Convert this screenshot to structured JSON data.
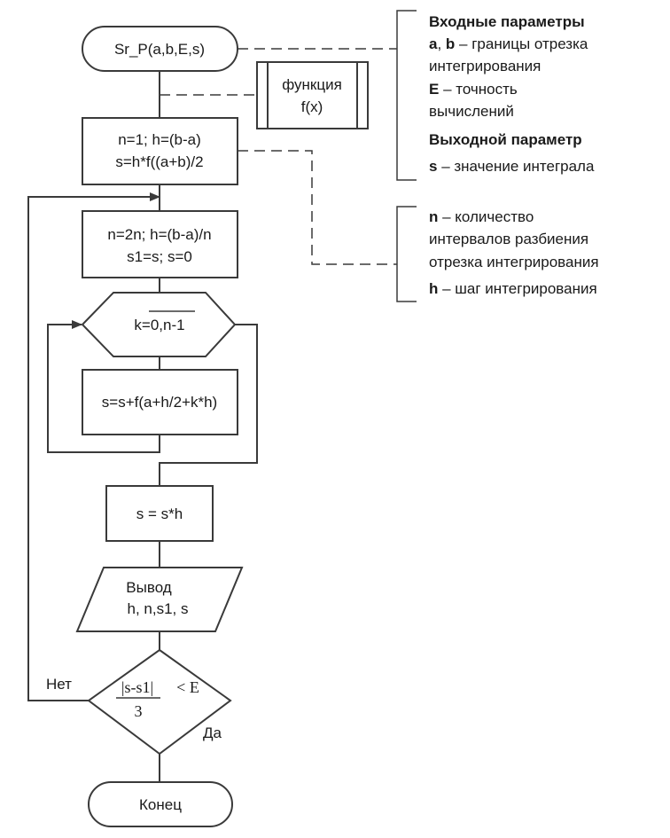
{
  "flowchart": {
    "start_label": "Sr_P(a,b,E,s)",
    "function_line1": "функция",
    "function_line2": "f(x)",
    "init_line1": "n=1; h=(b-a)",
    "init_line2": "s=h*f((a+b)/2",
    "iter_line1": "n=2n; h=(b-a)/n",
    "iter_line2": "s1=s; s=0",
    "loop_label": "k=0,n-1",
    "sum_label": "s=s+f(a+h/2+k*h)",
    "mult_label": "s = s*h",
    "output_line1": "Вывод",
    "output_line2": "h, n,s1, s",
    "cond_numerator": "|s-s1|",
    "cond_rhs": "< E",
    "cond_denominator": "3",
    "no_label": "Нет",
    "yes_label": "Да",
    "end_label": "Конец"
  },
  "comments": {
    "input_params_heading": "Входные параметры",
    "ab_key": "a",
    "ab_sep": ", ",
    "ab_key2": "b",
    "ab_text": " – границы отрезка",
    "ab_text2": "интегрирования",
    "e_key": "E",
    "e_text": " – точность",
    "e_text2": "вычислений",
    "output_param_heading": "Выходной параметр",
    "s_key": "s",
    "s_text": " – значение интеграла",
    "n_key": "n",
    "n_text": " – количество",
    "n_text2": "интервалов разбиения",
    "n_text3": "отрезка интегрирования",
    "h_key": "h",
    "h_text": " – шаг интегрирования"
  }
}
